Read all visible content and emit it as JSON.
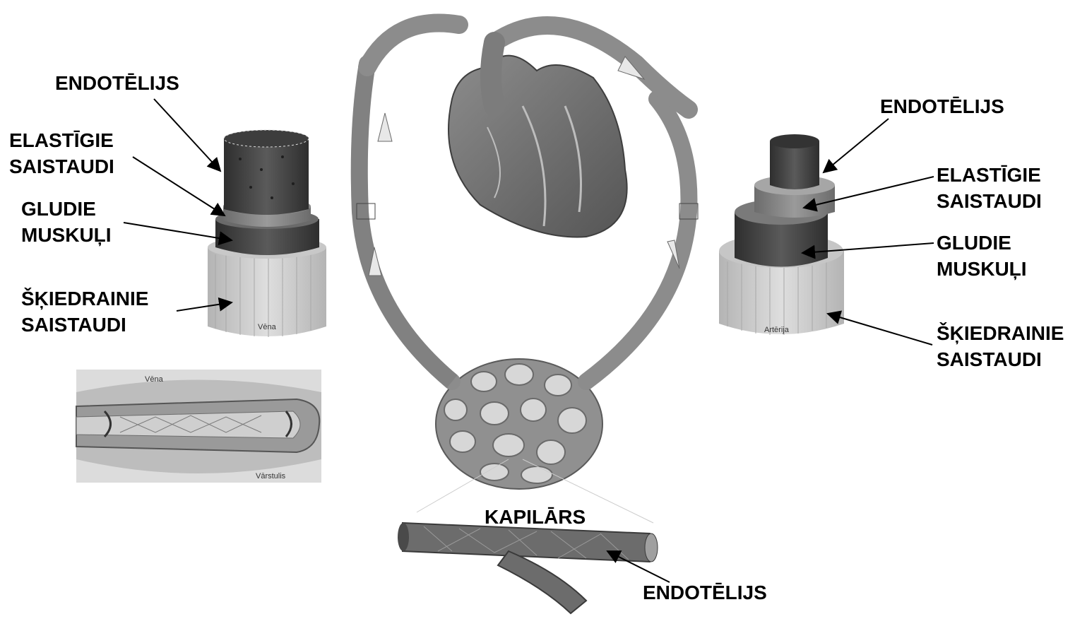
{
  "left_vein": {
    "endothelium": "ENDOTĒLIJS",
    "elastic_1": "ELASTĪGIE",
    "elastic_2": "SAISTAUDI",
    "smooth_1": "GLUDIE",
    "smooth_2": "MUSKUĻI",
    "fibrous_1": "ŠĶIEDRAINIE",
    "fibrous_2": "SAISTAUDI",
    "image_caption": "Vēna"
  },
  "valve_inset": {
    "vein_label": "Vēna",
    "valve_label": "Vārstulis"
  },
  "right_artery": {
    "endothelium": "ENDOTĒLIJS",
    "elastic_1": "ELASTĪGIE",
    "elastic_2": "SAISTAUDI",
    "smooth_1": "GLUDIE",
    "smooth_2": "MUSKUĻI",
    "fibrous_1": "ŠĶIEDRAINIE",
    "fibrous_2": "SAISTAUDI",
    "image_caption": "Artērija"
  },
  "capillary": {
    "title": "KAPILĀRS",
    "endothelium": "ENDOTĒLIJS"
  },
  "colors": {
    "text": "#000000",
    "vessel_fill": "#8f8f8f",
    "dark_layer": "#4a4a4a",
    "light_layer": "#cfcfcf"
  }
}
